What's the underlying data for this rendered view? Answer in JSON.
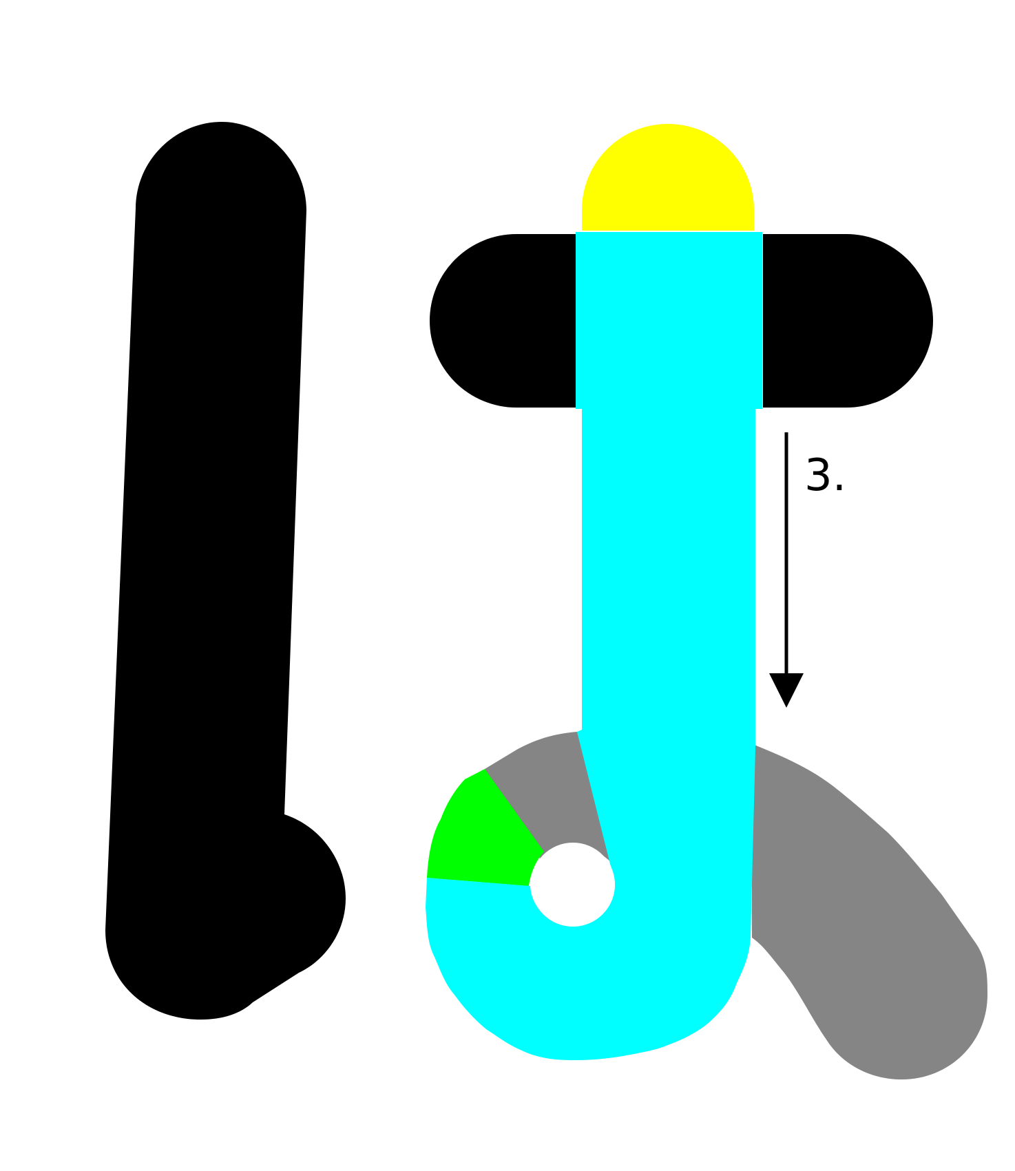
{
  "diagram": {
    "type": "stroke-order",
    "colors": {
      "background": "#ffffff",
      "completed_stroke": "#000000",
      "current_stroke": "#00ffff",
      "stroke_start_cap": "#ffff00",
      "overlap_stroke": "#858585",
      "overlap_highlight": "#00ff00",
      "arrow": "#000000"
    },
    "strokes": [
      {
        "role": "previous-stroke",
        "state": "completed"
      },
      {
        "role": "horizontal-bar",
        "state": "completed"
      },
      {
        "role": "current-stroke",
        "state": "current"
      },
      {
        "role": "tail-stroke",
        "state": "overlap"
      }
    ],
    "direction_arrow": {
      "direction": "down",
      "label": "3."
    }
  }
}
